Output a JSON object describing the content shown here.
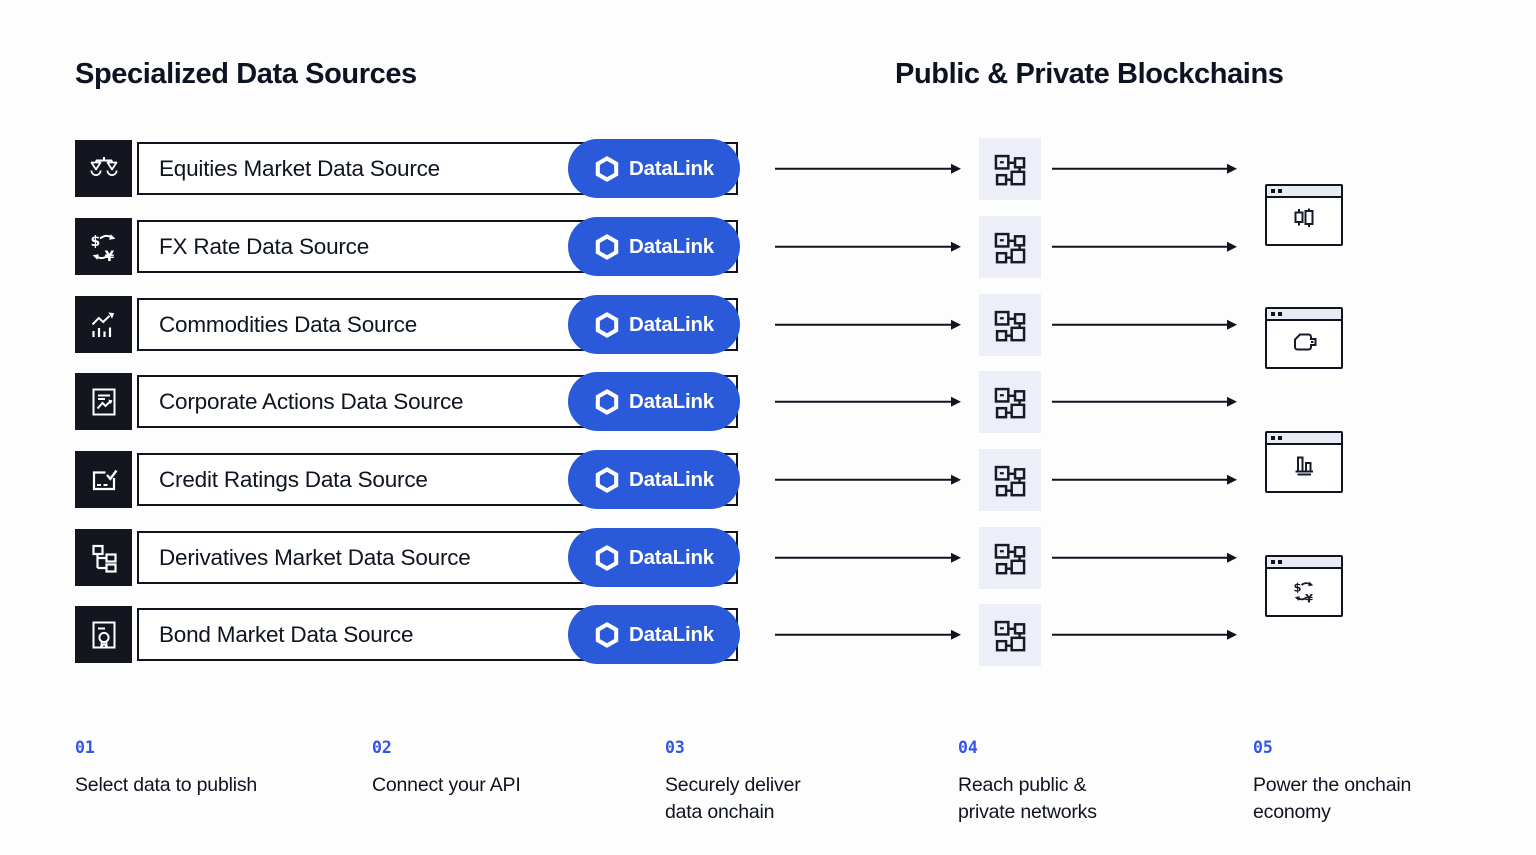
{
  "palette": {
    "ink": "#10141f",
    "icon_box_bg": "#13161f",
    "datalink_blue": "#2a5ada",
    "step_number_blue": "#3355e8",
    "chip_bg": "#edeff8",
    "page_bg": "#fdfdfe"
  },
  "headings": {
    "left": "Specialized Data Sources",
    "right": "Public & Private Blockchains"
  },
  "datalink": {
    "label": "DataLink",
    "logo_icon": "chainlink-hexagon-icon"
  },
  "sources": [
    {
      "label": "Equities Market Data Source",
      "icon": "scales-icon"
    },
    {
      "label": "FX Rate Data Source",
      "icon": "currency-exchange-icon"
    },
    {
      "label": "Commodities Data Source",
      "icon": "trend-chart-icon"
    },
    {
      "label": "Corporate Actions Data Source",
      "icon": "document-chart-icon"
    },
    {
      "label": "Credit Ratings Data Source",
      "icon": "checked-box-icon"
    },
    {
      "label": "Derivatives Market Data Source",
      "icon": "hierarchy-tree-icon"
    },
    {
      "label": "Bond Market Data Source",
      "icon": "certificate-icon"
    }
  ],
  "network_chip": {
    "icon": "network-nodes-icon",
    "count": 7
  },
  "blockchain_apps": [
    {
      "icon": "candlestick-window-icon"
    },
    {
      "icon": "wallet-window-icon"
    },
    {
      "icon": "bar-chart-window-icon"
    },
    {
      "icon": "currency-exchange-window-icon"
    }
  ],
  "steps": [
    {
      "number": "01",
      "label": "Select data to publish"
    },
    {
      "number": "02",
      "label": "Connect your API"
    },
    {
      "number": "03",
      "label": "Securely deliver\ndata onchain"
    },
    {
      "number": "04",
      "label": "Reach public &\nprivate networks"
    },
    {
      "number": "05",
      "label": "Power the onchain\neconomy"
    }
  ]
}
